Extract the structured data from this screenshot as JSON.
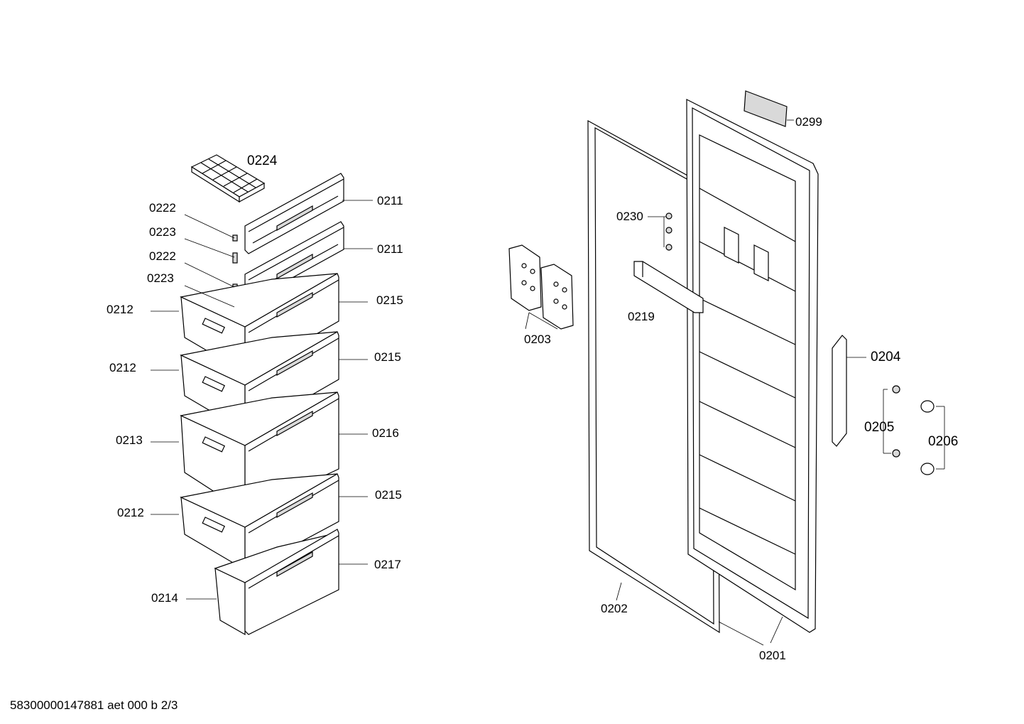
{
  "labels": {
    "p0224": "0224",
    "p0211a": "0211",
    "p0211b": "0211",
    "p0222a": "0222",
    "p0223a": "0223",
    "p0222b": "0222",
    "p0223b": "0223",
    "p0212a": "0212",
    "p0215a": "0215",
    "p0212b": "0212",
    "p0215b": "0215",
    "p0213": "0213",
    "p0216": "0216",
    "p0212c": "0212",
    "p0215c": "0215",
    "p0217": "0217",
    "p0214": "0214",
    "p0299": "0299",
    "p0230": "0230",
    "p0219": "0219",
    "p0203": "0203",
    "p0204": "0204",
    "p0205": "0205",
    "p0206": "0206",
    "p0202": "0202",
    "p0201": "0201"
  },
  "footer": "58300000147881 aet 000 b 2/3"
}
